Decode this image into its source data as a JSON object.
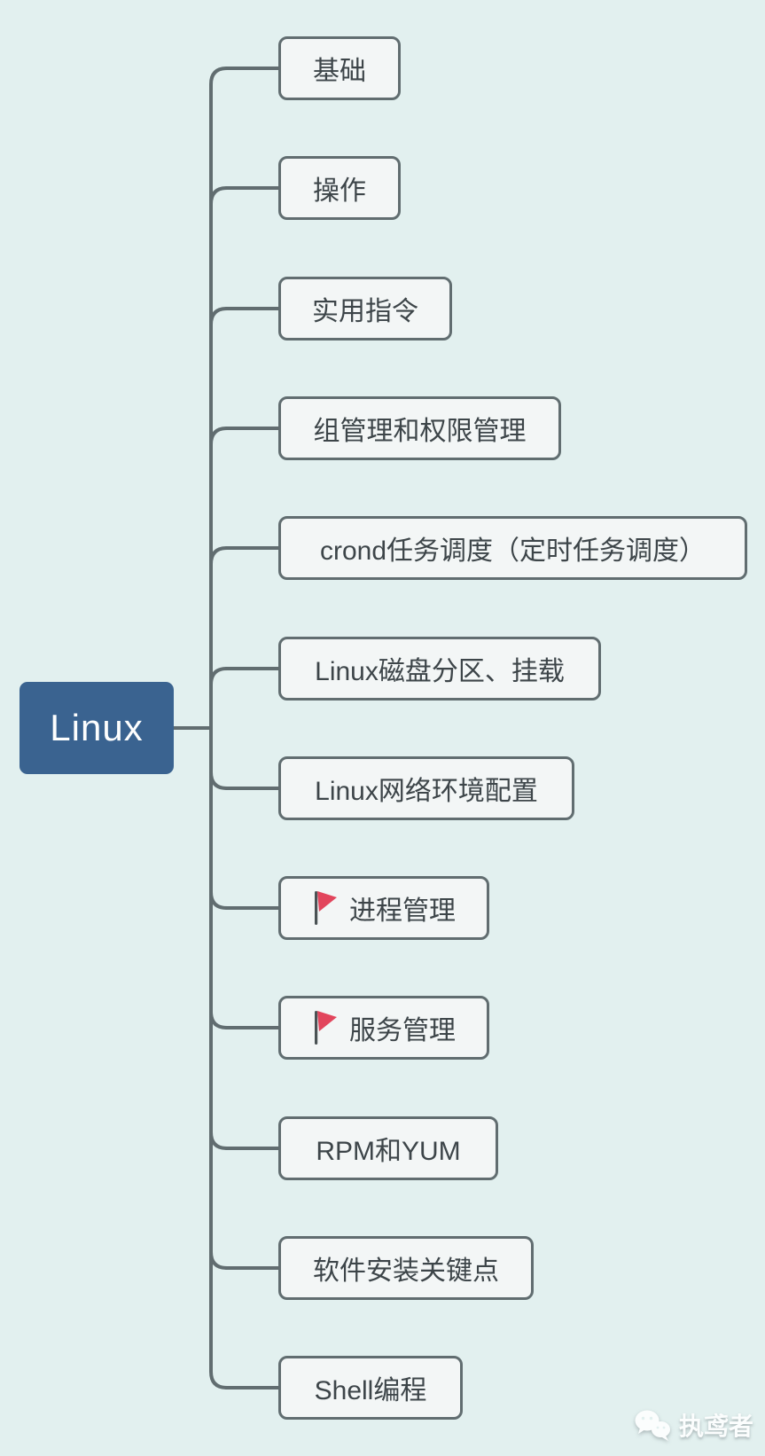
{
  "root": {
    "label": "Linux"
  },
  "nodes": [
    {
      "label": "基础",
      "flag": false
    },
    {
      "label": "操作",
      "flag": false
    },
    {
      "label": "实用指令",
      "flag": false
    },
    {
      "label": "组管理和权限管理",
      "flag": false
    },
    {
      "label": "crond任务调度（定时任务调度）",
      "flag": false
    },
    {
      "label": "Linux磁盘分区、挂载",
      "flag": false
    },
    {
      "label": "Linux网络环境配置",
      "flag": false
    },
    {
      "label": "进程管理",
      "flag": true
    },
    {
      "label": "服务管理",
      "flag": true
    },
    {
      "label": "RPM和YUM",
      "flag": false
    },
    {
      "label": "软件安装关键点",
      "flag": false
    },
    {
      "label": "Shell编程",
      "flag": false
    }
  ],
  "watermark": {
    "label": "执鸢者"
  },
  "colors": {
    "background": "#e2f0ef",
    "node_fill": "#f3f6f6",
    "line": "#616d70",
    "text": "#3d4549",
    "root_fill": "#3a6390",
    "root_text": "#ffffff",
    "flag_red": "#e2455c"
  }
}
